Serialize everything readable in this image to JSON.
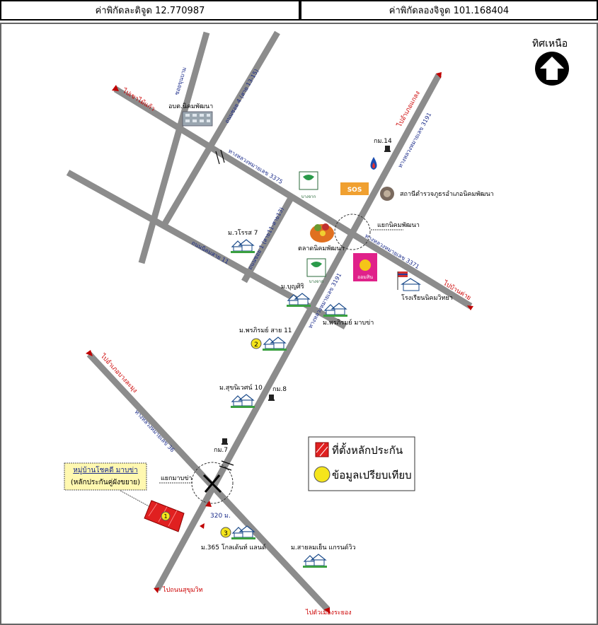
{
  "header": {
    "latitude": "ค่าพิกัดละติจูด 12.770987",
    "longitude": "ค่าพิกัดลองจิจูด 101.168404"
  },
  "north": {
    "label": "ทิศเหนือ"
  },
  "roads": {
    "soi_kheunbam": "ซอยขุนบาม",
    "soi_4": "ถนนซอย 4 (สาย 13-15)",
    "hw_3375": "ทางหลวงหมายเลข 3375",
    "soi_1": "ถนนซอย 1 (สาย11-สาย13)",
    "sai_11": "ถนนนิคมสาย 11",
    "hw_3191_n": "ทางหลวงหมายเลข 3191",
    "hw_3191_s": "ทางหลวงหมายเลข 3191",
    "hw_3371": "ทางหลวงหมายเลข 3371",
    "hw_36": "ทางหลวงหมายเลข 36"
  },
  "directions": {
    "to_sao": "ไปเขาไม้แก้ว",
    "to_klaeng": "ไปอำเภอแกลง",
    "to_ban_khai": "ไปบ้านค่าย",
    "to_bang_bt": "ไปอำเภอบางละมุง",
    "to_sukhumvit": "ไปถนนสุขุมวิท",
    "to_rayong": "ไปตัวเมืองระยอง"
  },
  "places": {
    "obt": "อบต.นิคมพัฒนา",
    "km14": "กม.14",
    "police": "สถานีตำรวจภูธรอำเภอนิคมพัฒนา",
    "junction_nikhom": "แยกนิคมพัฒนา",
    "market": "ตลาดนิคมพัฒนา",
    "village_wiroj": "ม.วโรรส 7",
    "village_bunsiri": "ม.บุญศิริ",
    "village_pornphirom11": "ม.พรภิรมย์ สาย 11",
    "village_pornphirom_mabkha": "ม.พรภิรมย์ มาบข่า",
    "village_sukniwet": "ม.สุขนิเวศน์ 10",
    "km8": "กม.8",
    "km7": "กม.7",
    "junction_mabkha": "แยกมาบข่า",
    "dist": "320 ม.",
    "village_365": "ม.365 โกลเด้นท์ แลนด์",
    "village_saitlom": "ม.สายลมเย็น แกรนด์วิว",
    "school": "โรงเรียนนิคมวิทยา",
    "bangchak": "บางจาก",
    "bangchak2": "บางจาก",
    "sos": "SOS",
    "gsb": "ออมสิน"
  },
  "subject": {
    "name": "หมู่บ้านโชคดี มาบข่า",
    "note": "(หลักประกันคู่ผังขยาย)",
    "marker": "1"
  },
  "markers": {
    "m2": "2",
    "m3": "3"
  },
  "legend": {
    "collateral": "ที่ตั้งหลักประกัน",
    "comparison": "ข้อมูลเปรียบเทียบ"
  }
}
